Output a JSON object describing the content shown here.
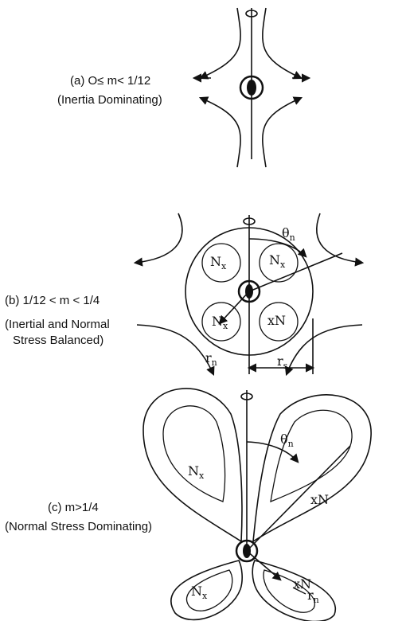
{
  "panels": [
    {
      "id": "a",
      "line1": "(a)   O≤ m< 1/12",
      "line2": "(Inertia  Dominating)"
    },
    {
      "id": "b",
      "line1": "(b) 1/12 < m < 1/4",
      "line2": "(Inertial and Normal",
      "line3": "Stress Balanced)"
    },
    {
      "id": "c",
      "line1": "(c)   m>1/4",
      "line2": "(Normal Stress Dominating)"
    }
  ],
  "symbols": {
    "theta_n": "θ",
    "theta_sub": "n",
    "r_n": "r",
    "r_n_sub": "n",
    "r_s": "r",
    "r_s_sub": "s",
    "N": "N",
    "x_sub": "x",
    "xN": "xN",
    "x": "x"
  }
}
